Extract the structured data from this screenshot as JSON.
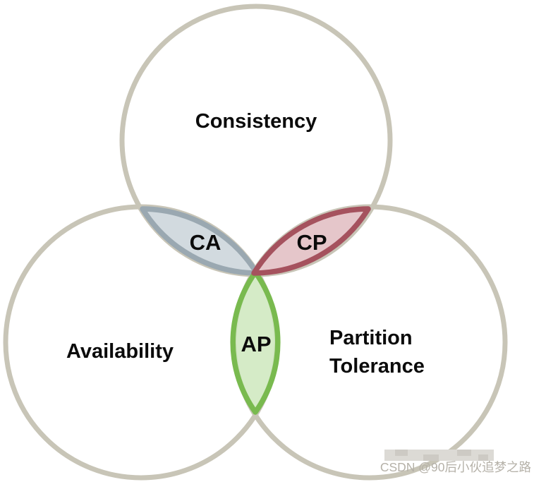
{
  "venn": {
    "background": "#ffffff",
    "circle_stroke": "#c8c5b7",
    "label_color": "#0b0b0b",
    "circles": {
      "consistency": {
        "label": "Consistency"
      },
      "availability": {
        "label": "Availability"
      },
      "partition_tolerance": {
        "label_line1": "Partition",
        "label_line2": "Tolerance"
      }
    },
    "overlaps": {
      "ca": {
        "label": "CA",
        "fill": "#cad3d9",
        "stroke": "#9aa8b1"
      },
      "cp": {
        "label": "CP",
        "fill": "#e0bcc1",
        "stroke": "#a5525e"
      },
      "ap": {
        "label": "AP",
        "fill": "#cee8bd",
        "stroke": "#79ba4f"
      }
    }
  },
  "watermark": {
    "text": "CSDN @90后小伙追梦之路",
    "color": "#b5b1a8",
    "blur_light": "#dcdad5",
    "blur_dark": "#cdcac4"
  }
}
